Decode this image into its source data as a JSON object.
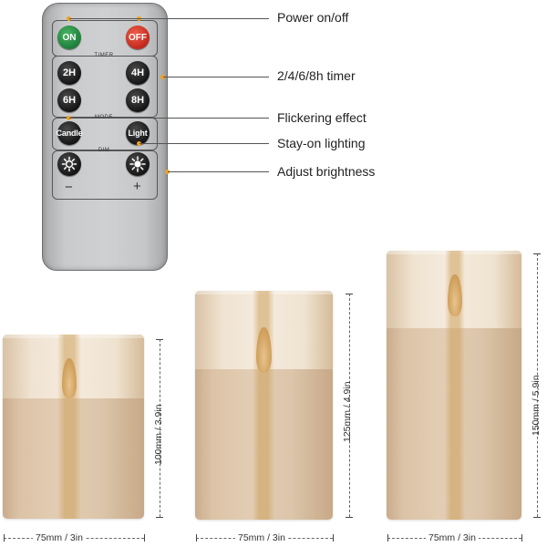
{
  "remote": {
    "buttons": {
      "on": "ON",
      "off": "OFF",
      "t2": "2H",
      "t4": "4H",
      "t6": "6H",
      "t8": "8H",
      "candle": "Candle",
      "light": "Light",
      "dim_down_icon": "sun-outline-icon",
      "dim_up_icon": "sun-filled-icon"
    },
    "sections": {
      "timer": "TIMER",
      "mode": "MODE",
      "dim": "DIM"
    },
    "minus": "−",
    "plus": "+"
  },
  "features": [
    "Power on/off",
    "2/4/6/8h timer",
    "Flickering effect",
    "Stay-on lighting",
    "Adjust brightness"
  ],
  "candles": [
    {
      "height_label": "100mm / 3.9in",
      "width_label": "75mm / 3in"
    },
    {
      "height_label": "125mm / 4.9in",
      "width_label": "75mm / 3in"
    },
    {
      "height_label": "150mm / 5.9in",
      "width_label": "75mm / 3in"
    }
  ],
  "colors": {
    "on_button": "#1e7e3a",
    "off_button": "#c2281b",
    "callout_dot": "#f4a11c",
    "candle_body": "#dcc3a6"
  }
}
